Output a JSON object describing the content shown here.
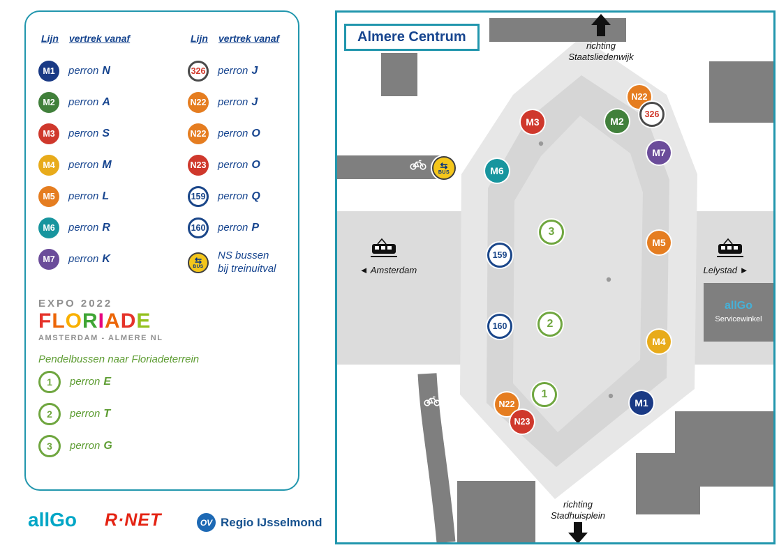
{
  "colors": {
    "accent_teal": "#2196ad",
    "text_blue": "#17458f",
    "shuttle_green": "#6fa63f",
    "m1": "#1a3a85",
    "m2": "#41803b",
    "m3": "#cf382c",
    "m4": "#e8ab1a",
    "m5": "#e57d20",
    "m6": "#17959e",
    "m7": "#6b4c9a",
    "n22": "#e57d20",
    "n23": "#cf382c",
    "line_326_text": "#d0392c",
    "ns_yellow": "#f4c61b",
    "ns_blue": "#003082",
    "building_gray": "#7f7f7f",
    "rnet_red": "#e42313",
    "ov_blue": "#1d69b4",
    "allgo_teal": "#00a6c6"
  },
  "legend": {
    "columns": [
      {
        "header": {
          "lijn": "Lijn",
          "vertrek": "vertrek vanaf"
        },
        "rows": [
          {
            "line": "M1",
            "prefix": "perron",
            "platform": "N"
          },
          {
            "line": "M2",
            "prefix": "perron",
            "platform": "A"
          },
          {
            "line": "M3",
            "prefix": "perron",
            "platform": "S"
          },
          {
            "line": "M4",
            "prefix": "perron",
            "platform": "M"
          },
          {
            "line": "M5",
            "prefix": "perron",
            "platform": "L"
          },
          {
            "line": "M6",
            "prefix": "perron",
            "platform": "R"
          },
          {
            "line": "M7",
            "prefix": "perron",
            "platform": "K"
          }
        ]
      },
      {
        "header": {
          "lijn": "Lijn",
          "vertrek": "vertrek vanaf"
        },
        "rows": [
          {
            "line": "326",
            "prefix": "perron",
            "platform": "J"
          },
          {
            "line": "N22",
            "prefix": "perron",
            "platform": "J"
          },
          {
            "line": "N22",
            "prefix": "perron",
            "platform": "O"
          },
          {
            "line": "N23",
            "prefix": "perron",
            "platform": "O"
          },
          {
            "line": "159",
            "prefix": "perron",
            "platform": "Q"
          },
          {
            "line": "160",
            "prefix": "perron",
            "platform": "P"
          }
        ],
        "ns_bus": {
          "arrows": "⇆",
          "badge": "BUS",
          "line1": "NS bussen",
          "line2": "bij treinuitval"
        }
      }
    ],
    "floriade": {
      "expo": "EXPO 2022",
      "letters": [
        "F",
        "L",
        "O",
        "R",
        "I",
        "A",
        "D",
        "E"
      ],
      "sub": "AMSTERDAM - ALMERE NL"
    },
    "pendel": "Pendelbussen naar Floriadeterrein",
    "shuttle": [
      {
        "num": "1",
        "prefix": "perron",
        "platform": "E"
      },
      {
        "num": "2",
        "prefix": "perron",
        "platform": "T"
      },
      {
        "num": "3",
        "prefix": "perron",
        "platform": "G"
      }
    ]
  },
  "map": {
    "title": "Almere Centrum",
    "north": {
      "line1": "richting",
      "line2": "Staatsliedenwijk"
    },
    "south": {
      "line1": "richting",
      "line2": "Stadhuisplein"
    },
    "west": {
      "arrow": "◄",
      "name": "Amsterdam"
    },
    "east": {
      "name": "Lelystad",
      "arrow": "►"
    },
    "service": {
      "brand": "allGo",
      "label": "Servicewinkel"
    },
    "badges": [
      {
        "label": "N22"
      },
      {
        "label": "326"
      },
      {
        "label": "M3"
      },
      {
        "label": "M2"
      },
      {
        "label": "M7"
      },
      {
        "label": "M6"
      },
      {
        "glyph": "⇆",
        "label": "BUS"
      },
      {
        "label": "3"
      },
      {
        "label": "M5"
      },
      {
        "label": "159"
      },
      {
        "label": "160"
      },
      {
        "label": "2"
      },
      {
        "label": "M4"
      },
      {
        "label": "1"
      },
      {
        "label": "N22"
      },
      {
        "label": "N23"
      },
      {
        "label": "M1"
      }
    ]
  },
  "footer": {
    "allgo": "allGo",
    "rnet": "R·NET",
    "ov_badge": "OV",
    "ov_name": "Regio IJsselmond"
  }
}
